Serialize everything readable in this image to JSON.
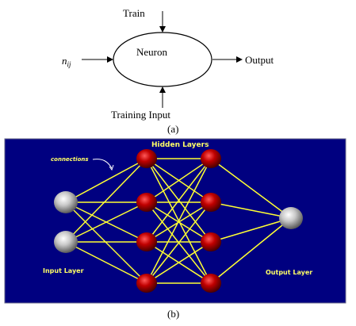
{
  "diagram_a": {
    "train_label": "Train",
    "neuron_label": "Neuron",
    "input_label_base": "n",
    "input_label_sub": "ij",
    "output_label": "Output",
    "training_input_label": "Training Input",
    "caption": "(a)"
  },
  "diagram_b": {
    "hidden_layers_label": "Hidden Layers",
    "connections_label": "connections",
    "input_layer_label": "Input Layer",
    "output_layer_label": "Output Layer",
    "caption": "(b)",
    "colors": {
      "background": "#000080",
      "connection": "#ffff33",
      "label_text": "#ffff66",
      "input_node": "#bdbdbd",
      "hidden_node": "#b00000",
      "output_node": "#bdbdbd"
    },
    "layer_sizes": [
      2,
      4,
      4,
      1
    ]
  }
}
